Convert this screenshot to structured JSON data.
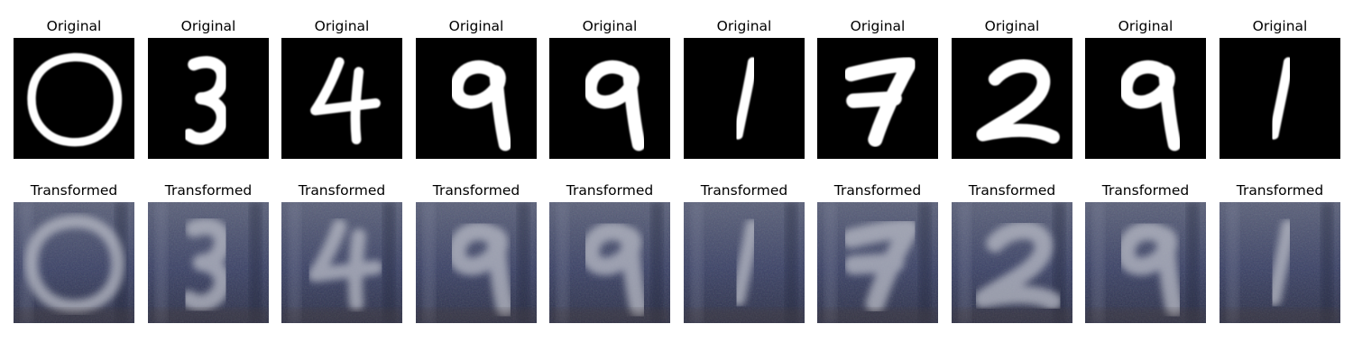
{
  "rows": [
    {
      "title": "Original",
      "style": "mnist",
      "items": [
        {
          "digit": "0",
          "icon": "handwritten-digit-0-icon"
        },
        {
          "digit": "3",
          "icon": "handwritten-digit-3-icon"
        },
        {
          "digit": "4",
          "icon": "handwritten-digit-4-icon"
        },
        {
          "digit": "9",
          "icon": "handwritten-digit-9-icon"
        },
        {
          "digit": "9",
          "icon": "handwritten-digit-9-icon"
        },
        {
          "digit": "1",
          "icon": "handwritten-digit-1-icon"
        },
        {
          "digit": "7",
          "icon": "handwritten-digit-7-icon"
        },
        {
          "digit": "2",
          "icon": "handwritten-digit-2-icon"
        },
        {
          "digit": "9",
          "icon": "handwritten-digit-9-icon"
        },
        {
          "digit": "1",
          "icon": "handwritten-digit-1-icon"
        }
      ]
    },
    {
      "title": "Transformed",
      "style": "svhn",
      "items": [
        {
          "digit": "0",
          "icon": "blurry-digit-0-icon"
        },
        {
          "digit": "3",
          "icon": "blurry-digit-3-icon"
        },
        {
          "digit": "4",
          "icon": "blurry-digit-4-icon"
        },
        {
          "digit": "9",
          "icon": "blurry-digit-9-icon"
        },
        {
          "digit": "9",
          "icon": "blurry-digit-9-icon"
        },
        {
          "digit": "1",
          "icon": "blurry-digit-1-icon"
        },
        {
          "digit": "7",
          "icon": "blurry-digit-7-icon"
        },
        {
          "digit": "2",
          "icon": "blurry-digit-2-icon"
        },
        {
          "digit": "9",
          "icon": "blurry-digit-9-icon"
        },
        {
          "digit": "1",
          "icon": "blurry-digit-1-icon"
        }
      ]
    }
  ],
  "colors": {
    "original_background": "#000000",
    "original_stroke": "#ffffff",
    "transformed_background": "#3b4266",
    "transformed_stroke": "#b9bcc6"
  }
}
